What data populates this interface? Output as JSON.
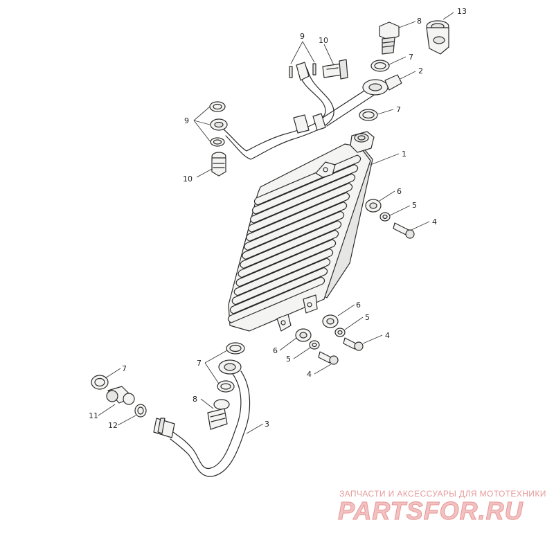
{
  "callouts": {
    "c13": "13",
    "c8a": "8",
    "c7a": "7",
    "c2": "2",
    "c9a": "9",
    "c10a": "10",
    "c7b": "7",
    "c9b": "9",
    "c10b": "10",
    "c1": "1",
    "c6a": "6",
    "c5a": "5",
    "c4a": "4",
    "c6b": "6",
    "c5b": "5",
    "c4b": "4",
    "c6c": "6",
    "c5c": "5",
    "c4c": "4",
    "c7c": "7",
    "c8b": "8",
    "c3": "3",
    "c7d": "7",
    "c11": "11",
    "c12": "12"
  },
  "watermark": {
    "tagline": "ЗАПЧАСТИ И АКСЕССУАРЫ ДЛЯ МОТОТЕХНИКИ",
    "brand": "PARTSFOR.RU"
  },
  "colors": {
    "line": "#2a2a2a",
    "watermark": "#e89595"
  }
}
